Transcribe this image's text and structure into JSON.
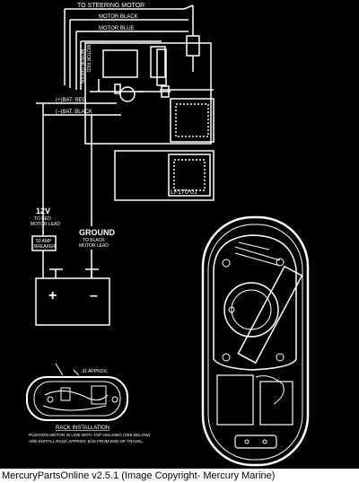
{
  "diagram": {
    "labels": {
      "to_steering_motor": "TO STEERING MOTOR",
      "motor_black": "MOTOR BLACK",
      "motor_blue": "MOTOR BLUE",
      "motor_red": "MOTOR RED",
      "motor_green": "MOTOR GREEN",
      "bat_red": "(+)BAT. RED",
      "bat_black": "(–)BAT. BLACK",
      "board_id": "LF170-01",
      "voltage": "12V",
      "to_red_1": "TO RED",
      "to_red_2": "MOTOR LEAD",
      "breaker_1": "50 AMP",
      "breaker_2": "BREAKER",
      "plus": "+",
      "minus": "–",
      "ground": "GROUND",
      "to_black_1": "TO BLACK",
      "to_black_2": "MOTOR LEAD",
      "approx": ".31 APPROX.",
      "rack_title": "RACK INSTALLATION",
      "rack_text_1": "POSITION MOTOR IN LINE WITH TOP HOUSING (SEE BELOW)",
      "rack_text_2": "AND INSTALL RACK APPROX. 5/16 FROM END OF TRAVEL."
    }
  },
  "caption": "MercuryPartsOnline v2.5.1 (Image Copyright- Mercury Marine)"
}
